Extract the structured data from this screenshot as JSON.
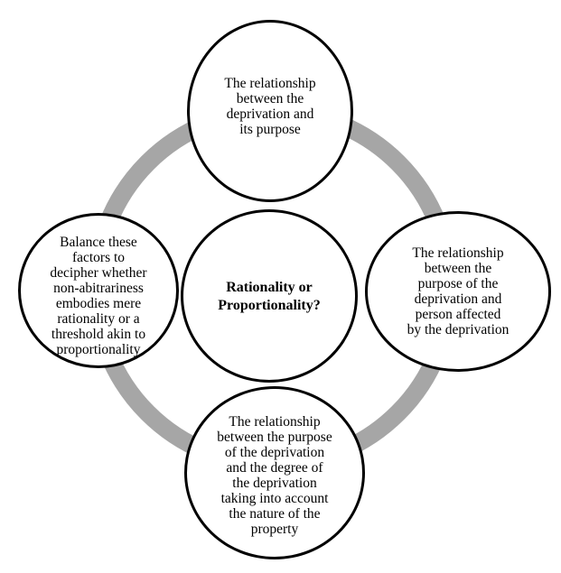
{
  "diagram": {
    "ring_color": "#a6a6a6",
    "circle_border_color": "#000000",
    "center": "Rationality or\nProportionality?",
    "top": "The relationship\nbetween the\ndeprivation and\nits purpose",
    "right": "The relationship\nbetween the\npurpose of the\ndeprivation and\nperson affected\nby the deprivation",
    "bottom": "The relationship\nbetween the purpose\nof the deprivation\nand the degree of\nthe deprivation\ntaking into account\nthe nature of the\nproperty",
    "left": "Balance these\nfactors to\ndecipher whether\nnon-abitrariness\nembodies mere\nrationality or a\nthreshold akin to\nproportionality"
  }
}
